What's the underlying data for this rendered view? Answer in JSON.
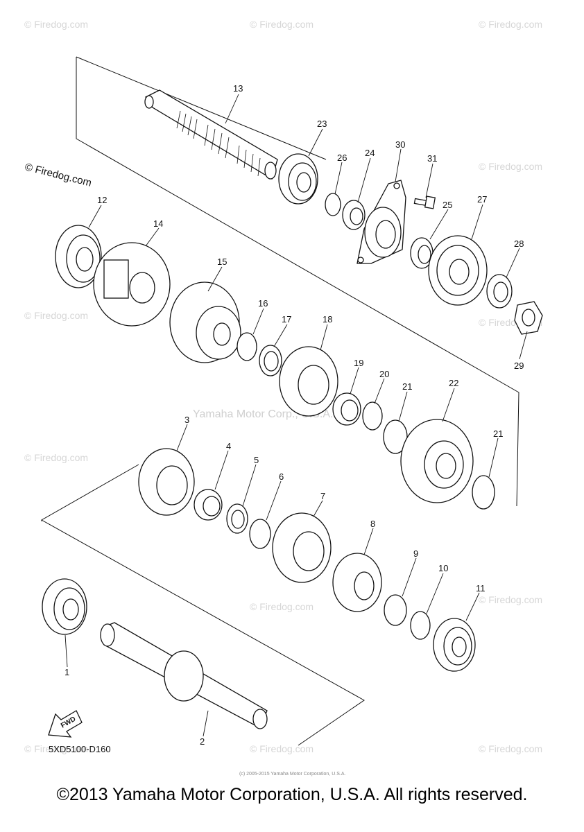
{
  "watermark": "© Firedog.com",
  "center_watermark": "Yamaha Motor Corp., U.S.A.",
  "diagram_code": "5XD5100-D160",
  "fwd_label": "FWD",
  "fine_print": "(c) 2005-2015 Yamaha Motor Corporation, U.S.A.",
  "copyright": "©2013 Yamaha Motor Corporation, U.S.A. All rights reserved.",
  "callouts": [
    "1",
    "2",
    "3",
    "4",
    "5",
    "6",
    "7",
    "8",
    "9",
    "10",
    "11",
    "12",
    "13",
    "14",
    "15",
    "16",
    "17",
    "18",
    "19",
    "20",
    "21",
    "21",
    "22",
    "23",
    "24",
    "25",
    "26",
    "27",
    "28",
    "29",
    "30",
    "31"
  ]
}
